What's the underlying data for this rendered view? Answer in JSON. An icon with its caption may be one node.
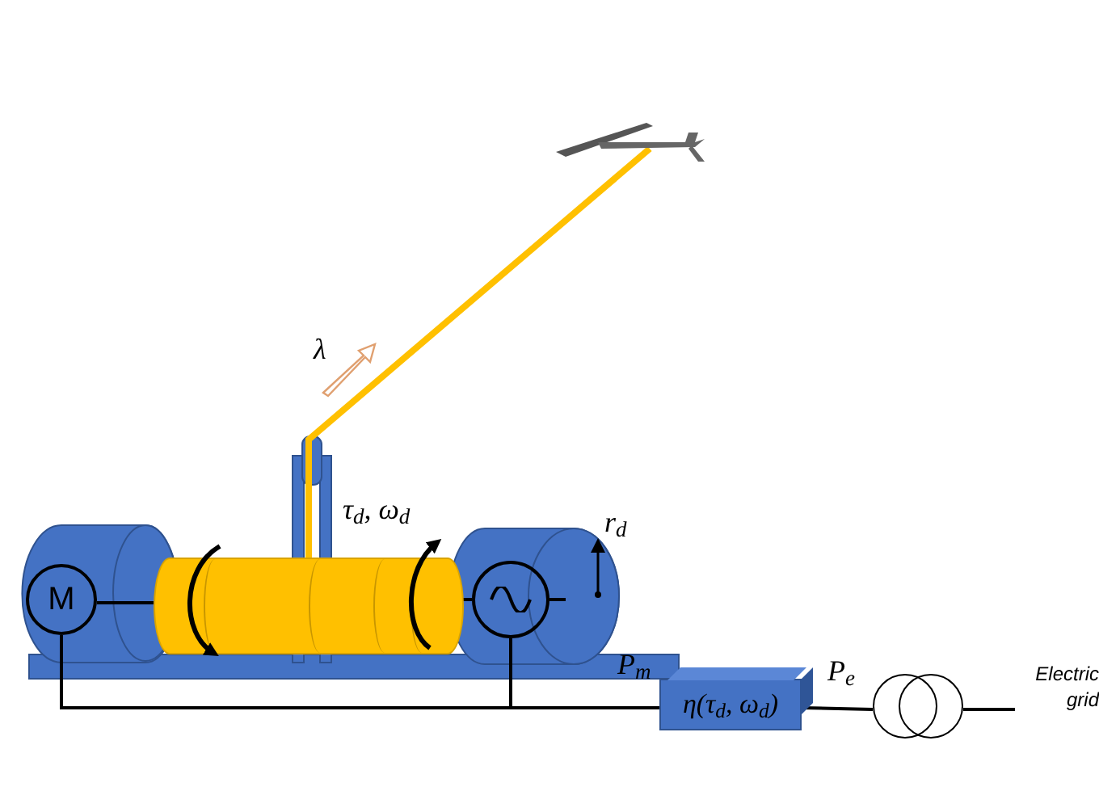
{
  "diagram": {
    "nodes": [
      {
        "text": [
          "M"
        ]
      },
      {
        "text": [],
        "shape": "circle"
      },
      {
        "text": [
          "η(τ$_{d}$, ω$_{d}$)"
        ]
      },
      {
        "text": [],
        "shape": "circle"
      },
      {
        "text": [
          "Electric grid"
        ]
      },
      {
        "text": [],
        "shape": "cylinder"
      },
      {
        "text": [],
        "shape": "picture"
      }
    ],
    "edges": [
      {
        "from": 0,
        "to": 5,
        "arrow": "none"
      },
      {
        "from": 5,
        "to": 1,
        "arrow": "none"
      },
      {
        "from": 0,
        "to": 2,
        "arrow": "none"
      },
      {
        "from": 1,
        "to": 2,
        "arrow": "none"
      },
      {
        "from": 2,
        "to": 3,
        "arrow": "none"
      },
      {
        "from": 3,
        "to": 4,
        "arrow": "none"
      },
      {
        "from": 5,
        "to": 6,
        "arrow": "none",
        "style": "thick",
        "color": "#ffc000"
      }
    ],
    "labels": [
      "λ",
      "τ$_{d}$, ω$_{d}$",
      "r$_{d}$",
      "P$_{m}$",
      "P$_{e}$"
    ]
  }
}
